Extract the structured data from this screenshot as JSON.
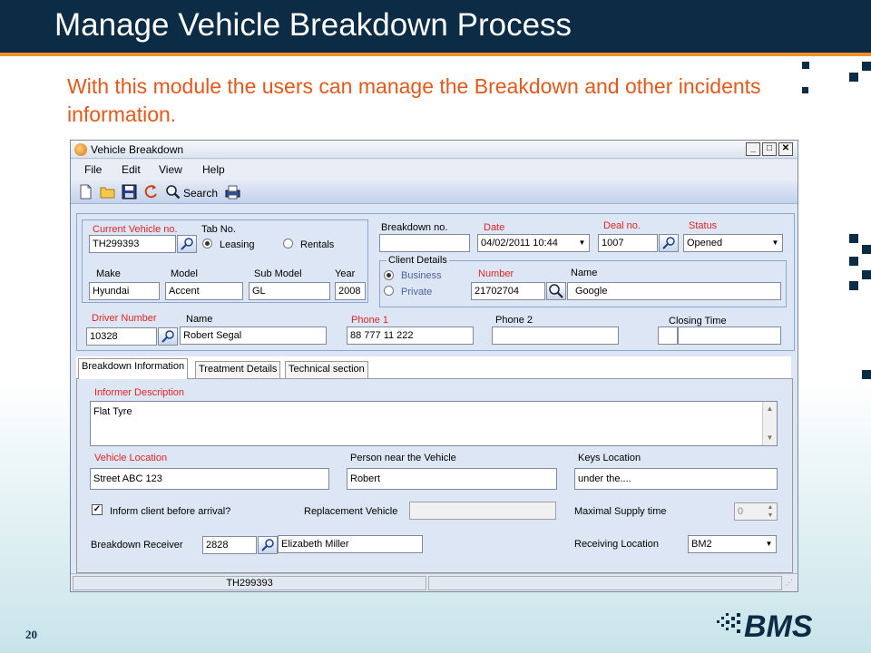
{
  "slide": {
    "title": "Manage Vehicle Breakdown Process",
    "subtitle": "With this module the users can manage the Breakdown and other incidents information.",
    "page_number": "20",
    "logo_text": "BMS",
    "colors": {
      "header": "#0c2b44",
      "accent": "#f0902a",
      "subtitle": "#e2591b"
    }
  },
  "window": {
    "title": "Vehicle Breakdown",
    "controls": {
      "minimize": "_",
      "maximize": "□",
      "close": "✕"
    },
    "menu": [
      "File",
      "Edit",
      "View",
      "Help"
    ],
    "toolbar": {
      "icons": [
        "new-document-icon",
        "open-folder-icon",
        "save-icon",
        "refresh-icon",
        "search-icon",
        "print-icon"
      ],
      "search_label": "Search"
    }
  },
  "header": {
    "current_vehicle": {
      "label": "Current Vehicle no.",
      "value": "TH299393"
    },
    "tab_no": {
      "label": "Tab No.",
      "options": [
        "Leasing",
        "Rentals"
      ],
      "selected": "Leasing"
    },
    "make": {
      "label": "Make",
      "value": "Hyundai"
    },
    "model": {
      "label": "Model",
      "value": "Accent"
    },
    "sub_model": {
      "label": "Sub Model",
      "value": "GL"
    },
    "year": {
      "label": "Year",
      "value": "2008"
    },
    "breakdown_no": {
      "label": "Breakdown no.",
      "value": ""
    },
    "date": {
      "label": "Date",
      "value": "04/02/2011 10:44"
    },
    "deal_no": {
      "label": "Deal no.",
      "value": "1007"
    },
    "status": {
      "label": "Status",
      "value": "Opened"
    },
    "client_details": {
      "label": "Client Details",
      "options": [
        "Business",
        "Private"
      ],
      "selected": "Business",
      "number": {
        "label": "Number",
        "value": "21702704"
      },
      "name": {
        "label": "Name",
        "value": "Google"
      }
    },
    "driver_number": {
      "label": "Driver Number",
      "value": "10328"
    },
    "driver_name": {
      "label": "Name",
      "value": "Robert Segal"
    },
    "phone1": {
      "label": "Phone 1",
      "value": "88 777 11 222"
    },
    "phone2": {
      "label": "Phone 2",
      "value": ""
    },
    "closing_time": {
      "label": "Closing Time",
      "value": ""
    }
  },
  "tabs": [
    {
      "label": "Breakdown Information",
      "active": true
    },
    {
      "label": "Treatment Details",
      "active": false
    },
    {
      "label": "Technical section",
      "active": false
    }
  ],
  "breakdown_info": {
    "informer_description": {
      "label": "Informer Description",
      "value": "Flat Tyre"
    },
    "vehicle_location": {
      "label": "Vehicle Location",
      "value": "Street ABC 123"
    },
    "person_near_vehicle": {
      "label": "Person near the Vehicle",
      "value": "Robert"
    },
    "keys_location": {
      "label": "Keys Location",
      "value": "under the...."
    },
    "inform_client": {
      "label": "Inform client before arrival?",
      "checked": true
    },
    "replacement_vehicle": {
      "label": "Replacement Vehicle",
      "value": ""
    },
    "maximal_supply_time": {
      "label": "Maximal Supply time",
      "value": "0"
    },
    "breakdown_receiver": {
      "label": "Breakdown Receiver",
      "code": "2828",
      "name": "Elizabeth Miller"
    },
    "receiving_location": {
      "label": "Receiving Location",
      "value": "BM2"
    }
  },
  "statusbar": {
    "left": "",
    "center": "TH299393",
    "right": ""
  }
}
